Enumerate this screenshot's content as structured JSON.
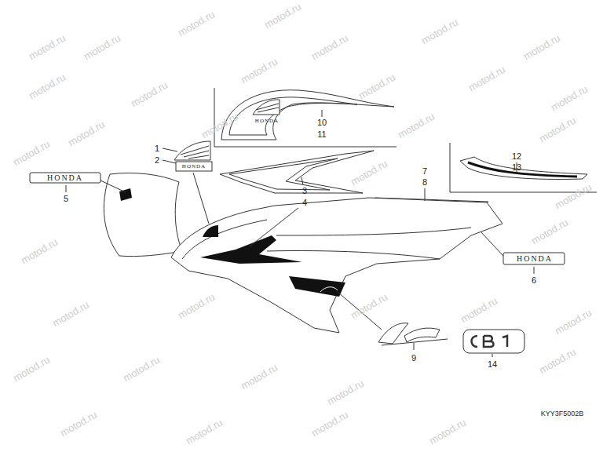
{
  "diagram": {
    "labels": [
      "1",
      "2",
      "5",
      "3",
      "4",
      "7",
      "8",
      "10",
      "11",
      "12",
      "13",
      "6",
      "9",
      "14",
      "KYY3F5002B",
      "HONDA",
      "HONDA",
      "HONDA",
      "HONDA",
      "motod.ru",
      "motod.ru",
      "motod.ru",
      "motod.ru",
      "motod.ru",
      "motod.ru",
      "motod.ru",
      "motod.ru",
      "motod.ru",
      "motod.ru",
      "motod.ru",
      "motod.ru",
      "motod.ru",
      "motod.ru",
      "motod.ru",
      "motod.ru",
      "motod.ru",
      "motod.ru",
      "motod.ru",
      "motod.ru",
      "motod.ru",
      "motod.ru",
      "motod.ru",
      "motod.ru",
      "motod.ru",
      "motod.ru",
      "motod.ru",
      "motod.ru",
      "motod.ru",
      "motod.ru",
      "motod.ru",
      "motod.ru",
      "motod.ru",
      "motod.ru",
      "motod.ru",
      "motod.ru"
    ]
  }
}
